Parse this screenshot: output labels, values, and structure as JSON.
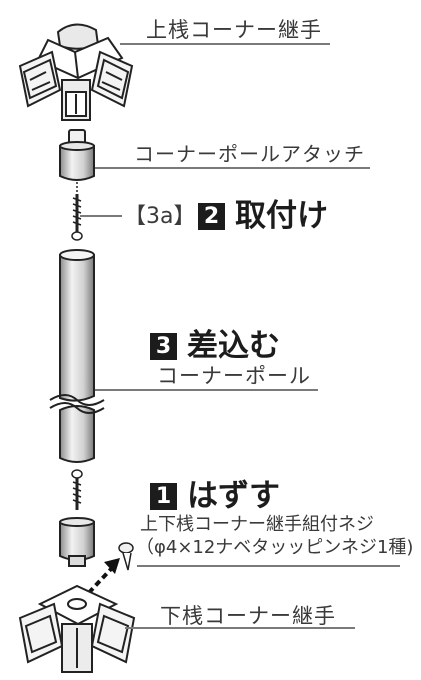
{
  "parts": {
    "upper_joint": "上桟コーナー継手",
    "pole_attachment": "コーナーポールアタッチ",
    "pole": "コーナーポール",
    "lower_joint": "下桟コーナー継手",
    "screw_name": "上下桟コーナー継手組付ネジ",
    "screw_spec": "（φ4×12ナベタッッピンネジ1種)"
  },
  "steps": [
    {
      "number": "1",
      "text": "はずす"
    },
    {
      "number": "2",
      "text": "取付け"
    },
    {
      "number": "3",
      "text": "差込む"
    }
  ],
  "reference": "【3a】",
  "colors": {
    "ink": "#1c1c1c",
    "pole_light": "#e4e4e4",
    "pole_dark": "#9a9a9a",
    "leader": "#7a7a7a"
  }
}
